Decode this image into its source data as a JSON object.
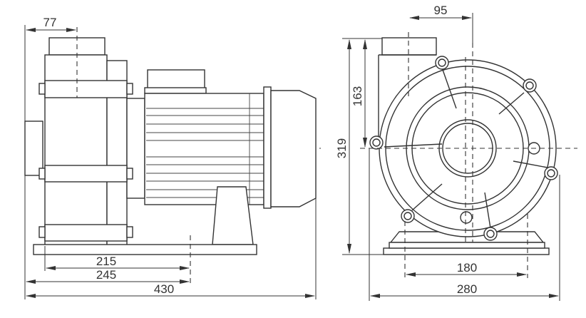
{
  "title": "Pump dimension drawing",
  "side_view": {
    "dims": {
      "inlet_offset": "77",
      "foot_inner": "215",
      "foot_outer": "245",
      "total_length": "430"
    }
  },
  "front_view": {
    "dims": {
      "outlet_offset": "95",
      "axis_height": "163",
      "total_height": "319",
      "foot_spacing": "180",
      "total_width": "280"
    }
  },
  "colors": {
    "line": "#333333",
    "background": "#ffffff"
  }
}
